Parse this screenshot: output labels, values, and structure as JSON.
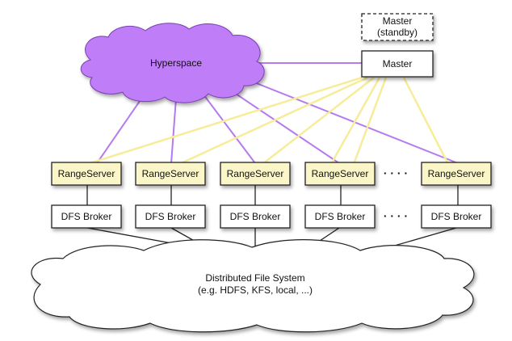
{
  "colors": {
    "hyperspace_fill": "#bf7df7",
    "hyperspace_stroke": "#7a3fb0",
    "purple_link": "#b67af0",
    "yellow_link": "#f7ec99",
    "rangeserver_fill": "#fbf6c8",
    "box_fill": "#ffffff",
    "fs_line": "#222222"
  },
  "hyperspace": {
    "label": "Hyperspace"
  },
  "master": {
    "label": "Master"
  },
  "master_standby": {
    "line1": "Master",
    "line2": "(standby)"
  },
  "rangeservers": [
    {
      "label": "RangeServer"
    },
    {
      "label": "RangeServer"
    },
    {
      "label": "RangeServer"
    },
    {
      "label": "RangeServer"
    },
    {
      "label": "RangeServer"
    }
  ],
  "dfs_brokers": [
    {
      "label": "DFS Broker"
    },
    {
      "label": "DFS Broker"
    },
    {
      "label": "DFS Broker"
    },
    {
      "label": "DFS Broker"
    },
    {
      "label": "DFS Broker"
    }
  ],
  "ellipsis": "· · · ·",
  "filesystem": {
    "line1": "Distributed File System",
    "line2": "(e.g. HDFS, KFS, local, ...)"
  }
}
